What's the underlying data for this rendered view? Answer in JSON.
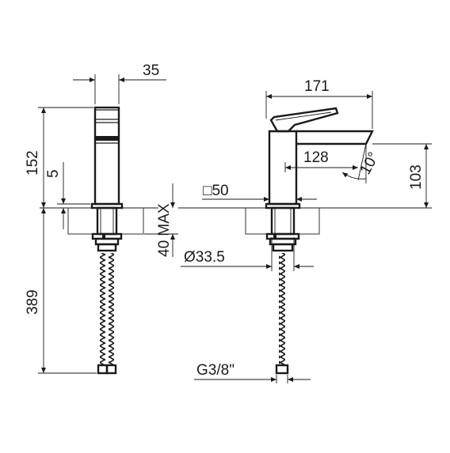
{
  "dimensions": {
    "side_width": "35",
    "total_height": "152",
    "base_height": "5",
    "hose_length": "389",
    "mount_thickness": "40 MAX",
    "spout_reach": "171",
    "spout_projection": "128",
    "spout_angle": "10°",
    "spout_height": "103",
    "body_square": "□50",
    "hole_diameter": "Ø33.5",
    "connection_thread": "G3/8\""
  }
}
